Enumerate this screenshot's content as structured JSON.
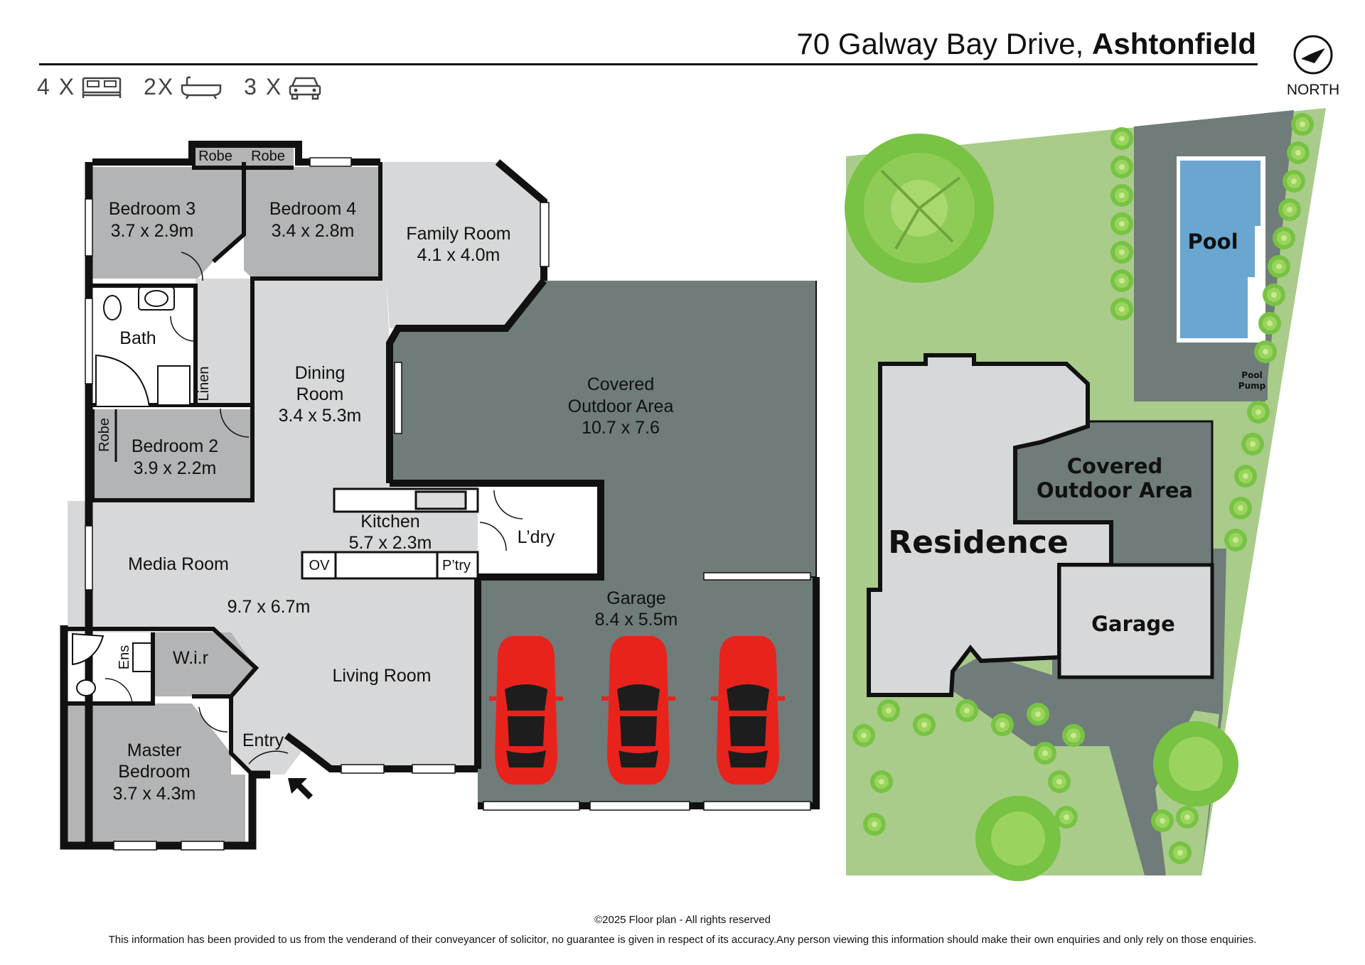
{
  "header": {
    "address_street": "70 Galway Bay Drive,",
    "address_suburb": "Ashtonfield",
    "north_label": "NORTH"
  },
  "counts": {
    "bedrooms": "4 X",
    "bathrooms": "2X",
    "cars": "3 X",
    "icons": [
      "bed-icon",
      "bath-icon",
      "car-icon"
    ]
  },
  "rooms": {
    "bedroom3": {
      "name": "Bedroom 3",
      "size": "3.7 x 2.9m"
    },
    "bedroom4": {
      "name": "Bedroom 4",
      "size": "3.4 x 2.8m"
    },
    "family": {
      "name": "Family Room",
      "size": "4.1 x 4.0m"
    },
    "bath": {
      "name": "Bath"
    },
    "linen": {
      "name": "Linen"
    },
    "dining": {
      "line1": "Dining",
      "line2": "Room",
      "size": "3.4 x 5.3m"
    },
    "covered": {
      "line1": "Covered",
      "line2": "Outdoor Area",
      "size": "10.7 x 7.6"
    },
    "bedroom2": {
      "name": "Bedroom 2",
      "size": "3.9 x 2.2m"
    },
    "robe": "Robe",
    "kitchen": {
      "name": "Kitchen",
      "size": "5.7 x 2.3m"
    },
    "laundry": {
      "name": "L’dry"
    },
    "oven": "OV",
    "pantry": "P’try",
    "media": {
      "name": "Media Room",
      "size": "9.7 x 6.7m"
    },
    "garage": {
      "name": "Garage",
      "size": "8.4 x 5.5m"
    },
    "ensuite": "Ens",
    "wir": "W.i.r",
    "living": {
      "name": "Living Room"
    },
    "entry": {
      "name": "Entry"
    },
    "master": {
      "line1": "Master",
      "line2": "Bedroom",
      "size": "3.7 x 4.3m"
    }
  },
  "site": {
    "pool": "Pool",
    "pool_pump_1": "Pool",
    "pool_pump_2": "Pump",
    "covered_1": "Covered",
    "covered_2": "Outdoor Area",
    "residence": "Residence",
    "garage": "Garage"
  },
  "colors": {
    "room_light": "#d7d8d9",
    "room_mid": "#b3b4b5",
    "outdoor": "#6f7c7a",
    "lawn": "#a9cc8a",
    "pool": "#6aa6cf",
    "car": "#e8231c",
    "wall": "#111111"
  },
  "footer": {
    "copyright": "©2025 Floor plan  - All rights reserved",
    "disclaimer": "This information has been provided to us from the venderand of their conveyancer of solicitor, no guarantee is given in respect of its accuracy.Any person viewing this information should make their own enquiries and only rely on those enquiries."
  }
}
